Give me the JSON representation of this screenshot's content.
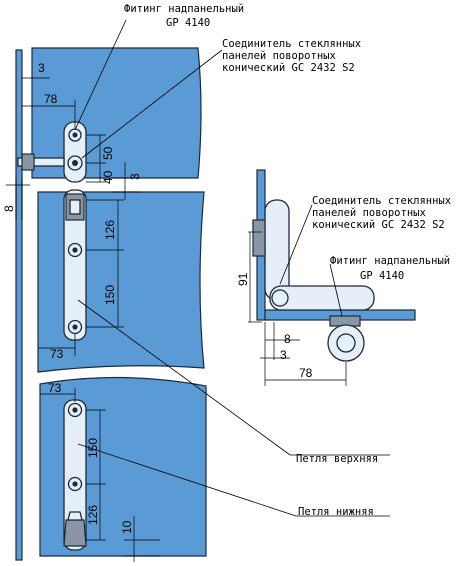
{
  "labels": {
    "fitting_top": "Фитинг надпанельный",
    "fitting_top_code": "GP 4140",
    "connector_line1": "Соединитель стеклянных",
    "connector_line2": "панелей поворотных",
    "connector_line3": "конический GC 2432 S2",
    "connector_right_line1": "Соединитель стеклянных",
    "connector_right_line2": "панелей поворотных",
    "connector_right_line3": "конический GC 2432 S2",
    "fitting_right": "Фитинг надпанельный",
    "fitting_right_code": "GP 4140",
    "hinge_upper": "Петля верхняя",
    "hinge_lower": "Петля нижняя"
  },
  "dimensions": {
    "d_3_top": "3",
    "d_78_top": "78",
    "d_50": "50",
    "d_40": "40",
    "d_3_side": "3",
    "d_8_left": "8",
    "d_126_upper": "126",
    "d_150_upper": "150",
    "d_73_upper": "73",
    "d_73_lower": "73",
    "d_150_lower": "150",
    "d_126_lower": "126",
    "d_10": "10",
    "d_91": "91",
    "d_8_right": "8",
    "d_3_right": "3",
    "d_78_right": "78"
  }
}
